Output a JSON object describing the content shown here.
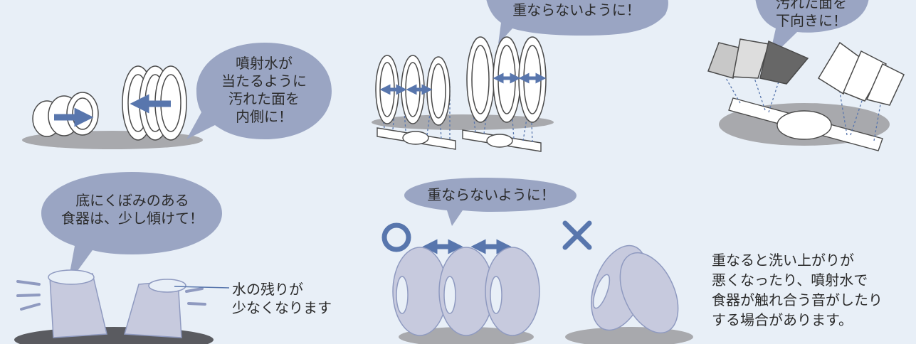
{
  "bubbles": {
    "top_left": [
      "噴射水が",
      "当たるように",
      "汚れた面を",
      "内側に！"
    ],
    "top_center": "重ならないように！",
    "top_right": [
      "汚れた面を",
      "下向きに！"
    ],
    "bottom_left": [
      "底にくぼみのある",
      "食器は、少し傾けて！"
    ],
    "bottom_center": "重ならないように！"
  },
  "labels": {
    "water_remain": [
      "水の残りが",
      "少なくなります"
    ],
    "overlap_note": [
      "重なると洗い上がりが",
      "悪くなったり、噴射水で",
      "食器が触れ合う音がしたり",
      "する場合があります。"
    ]
  },
  "marks": {
    "good": "〇",
    "bad": "✕"
  },
  "icons": [
    "arrow-icon",
    "double-arrow-icon",
    "good-mark-icon",
    "bad-mark-icon"
  ],
  "colors": {
    "background": "#e8eff7",
    "bubble": "#9aa5c3",
    "arrow": "#5876ad",
    "shadow": "#a8a9ad",
    "dish_gray": "#c7cade",
    "spray": "#5876ad"
  }
}
